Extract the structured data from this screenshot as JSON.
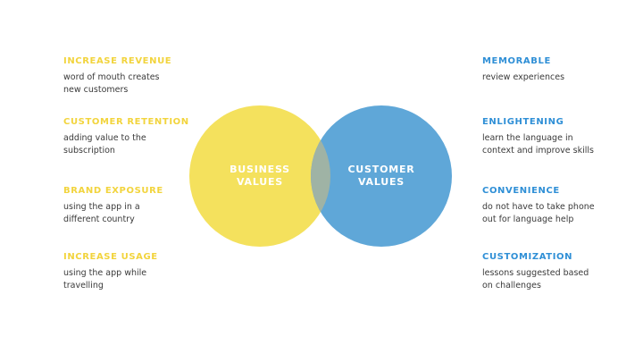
{
  "colors": {
    "business": "#F4E15D",
    "customer": "#5FA7D8",
    "overlap": "#9FB3A5",
    "title_left": "#F2D43D",
    "title_right": "#2F8FD6"
  },
  "venn": {
    "left": {
      "line1": "BUSINESS",
      "line2": "VALUES"
    },
    "right": {
      "line1": "CUSTOMER",
      "line2": "VALUES"
    }
  },
  "business_values": [
    {
      "title": "INCREASE REVENUE",
      "desc_lines": [
        "word of mouth creates",
        "new customers"
      ]
    },
    {
      "title": "CUSTOMER RETENTION",
      "desc_lines": [
        "adding value to the",
        "subscription"
      ]
    },
    {
      "title": "BRAND EXPOSURE",
      "desc_lines": [
        "using the app in a",
        "different country"
      ]
    },
    {
      "title": "INCREASE USAGE",
      "desc_lines": [
        "using the app while",
        "travelling"
      ]
    }
  ],
  "customer_values": [
    {
      "title": "MEMORABLE",
      "desc_lines": [
        "review experiences"
      ]
    },
    {
      "title": "ENLIGHTENING",
      "desc_lines": [
        "learn the language in",
        "context and improve skills"
      ]
    },
    {
      "title": "CONVENIENCE",
      "desc_lines": [
        "do not have to take phone",
        "out for language help"
      ]
    },
    {
      "title": "CUSTOMIZATION",
      "desc_lines": [
        "lessons suggested based",
        "on challenges"
      ]
    }
  ]
}
